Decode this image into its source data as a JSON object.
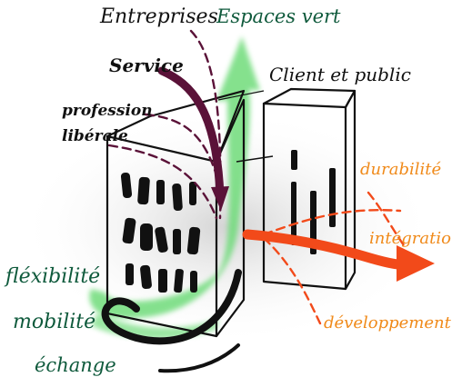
{
  "labels": {
    "entreprises": "Entreprises",
    "espaces_vert": "Espaces vert",
    "service": "Service",
    "client_public": "Client et public",
    "profession": "profession",
    "liberale": "libérale",
    "durabilite": "durabilité",
    "integration": "intégration",
    "developpement": "développement",
    "flexibilite": "fléxibilité",
    "mobilite": "mobilité",
    "echange": "échange"
  },
  "colors": {
    "ink": "#111111",
    "green_text": "#0f5a3c",
    "green_arrow": "#6fdc7a",
    "purple_arrow": "#5a1238",
    "orange_text": "#f08a1a",
    "red_arrow": "#f24a1a",
    "shading": "#d8d8d8"
  }
}
